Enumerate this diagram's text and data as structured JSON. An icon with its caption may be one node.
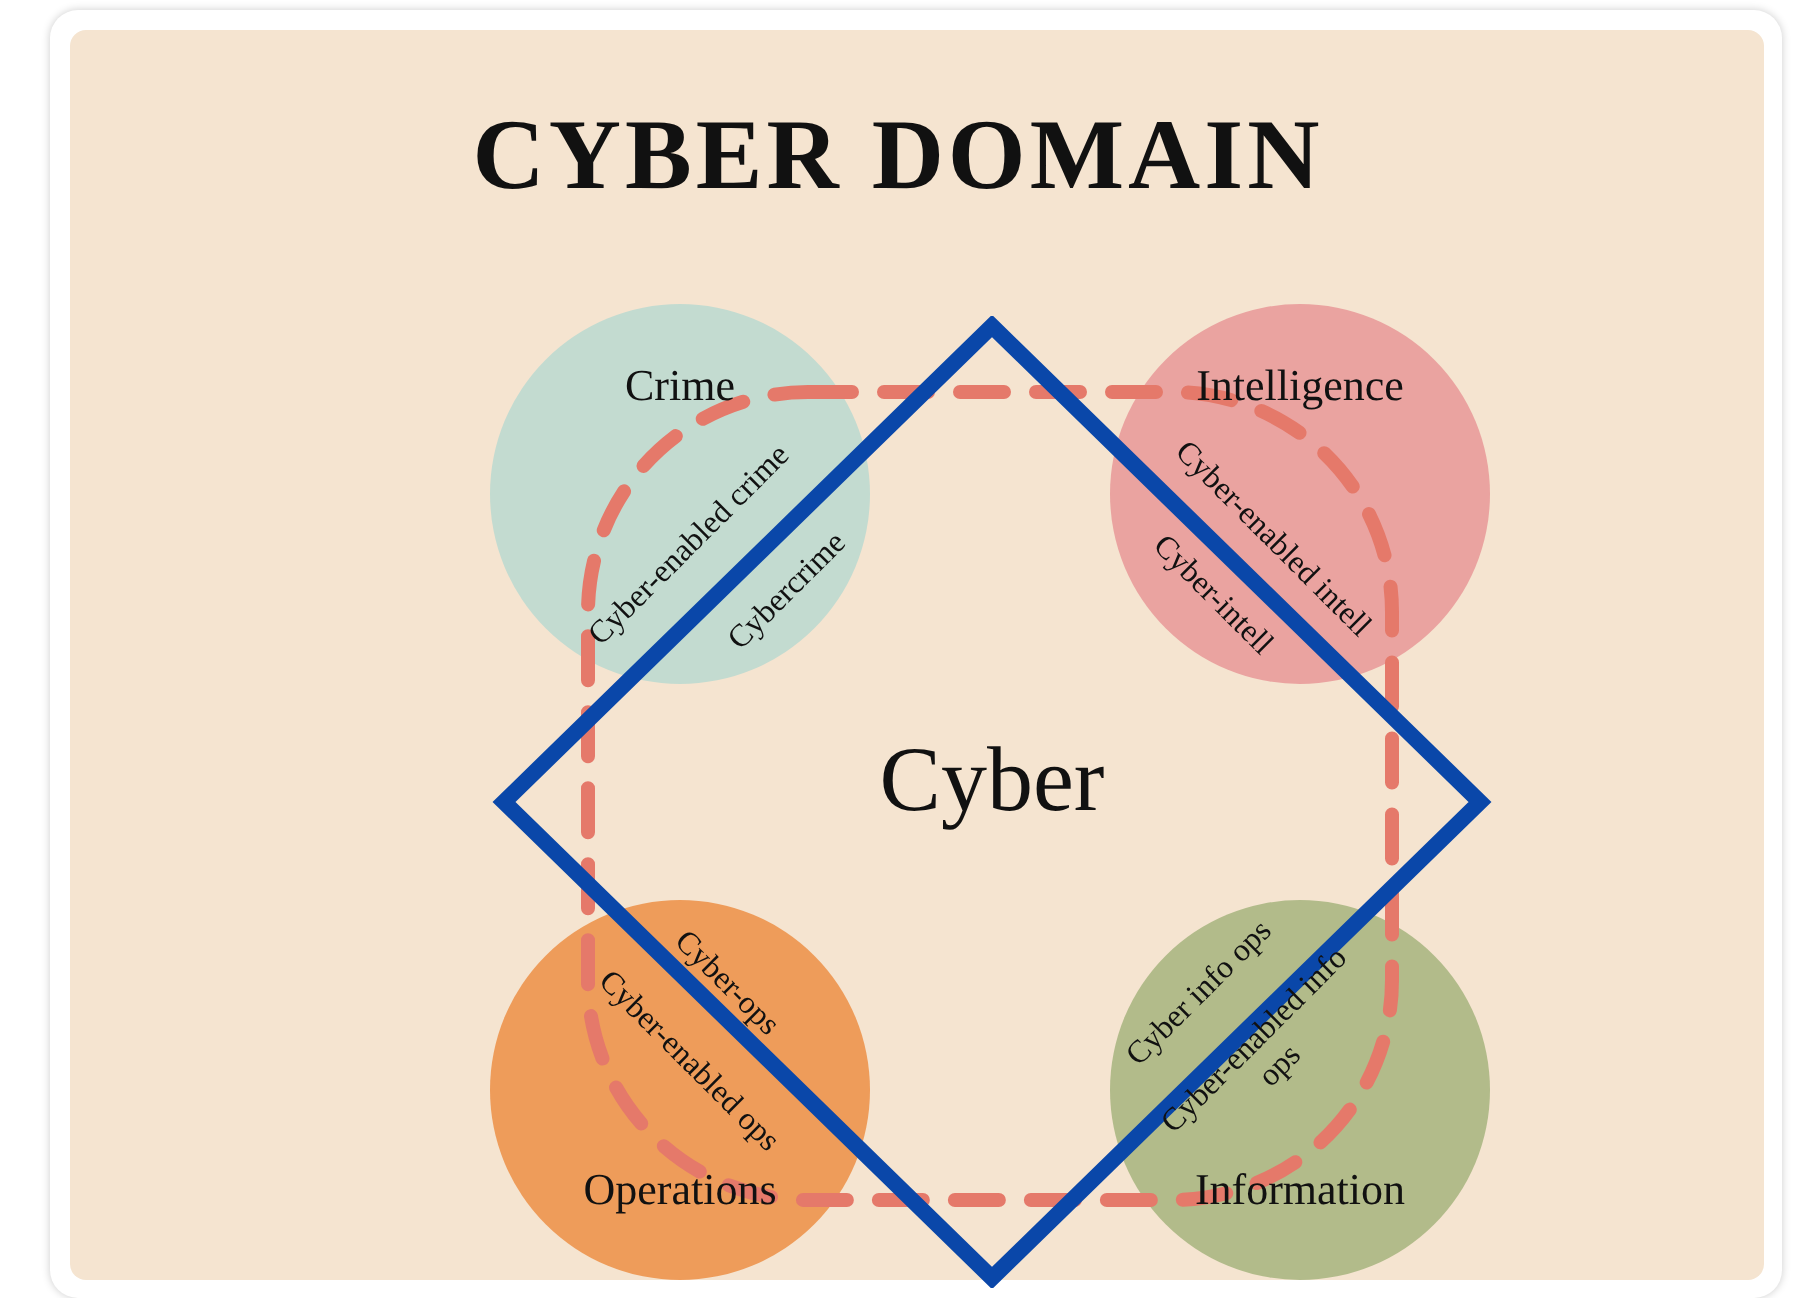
{
  "diagram": {
    "title": "CYBER DOMAIN",
    "nodes": [
      {
        "text": [
          "Crime"
        ]
      },
      {
        "text": [
          "Intelligence"
        ]
      },
      {
        "text": [
          "Cyber"
        ]
      },
      {
        "text": [
          "Operations"
        ]
      },
      {
        "text": [
          "Information"
        ]
      }
    ],
    "labels": [
      "Cyber-enabled crime",
      "Cybercrime",
      "Cyber-enabled intell",
      "Cyber-intell",
      "Cyber-ops",
      "Cyber-enabled ops",
      "Cyber info ops",
      "Cyber-enabled info ops"
    ]
  }
}
